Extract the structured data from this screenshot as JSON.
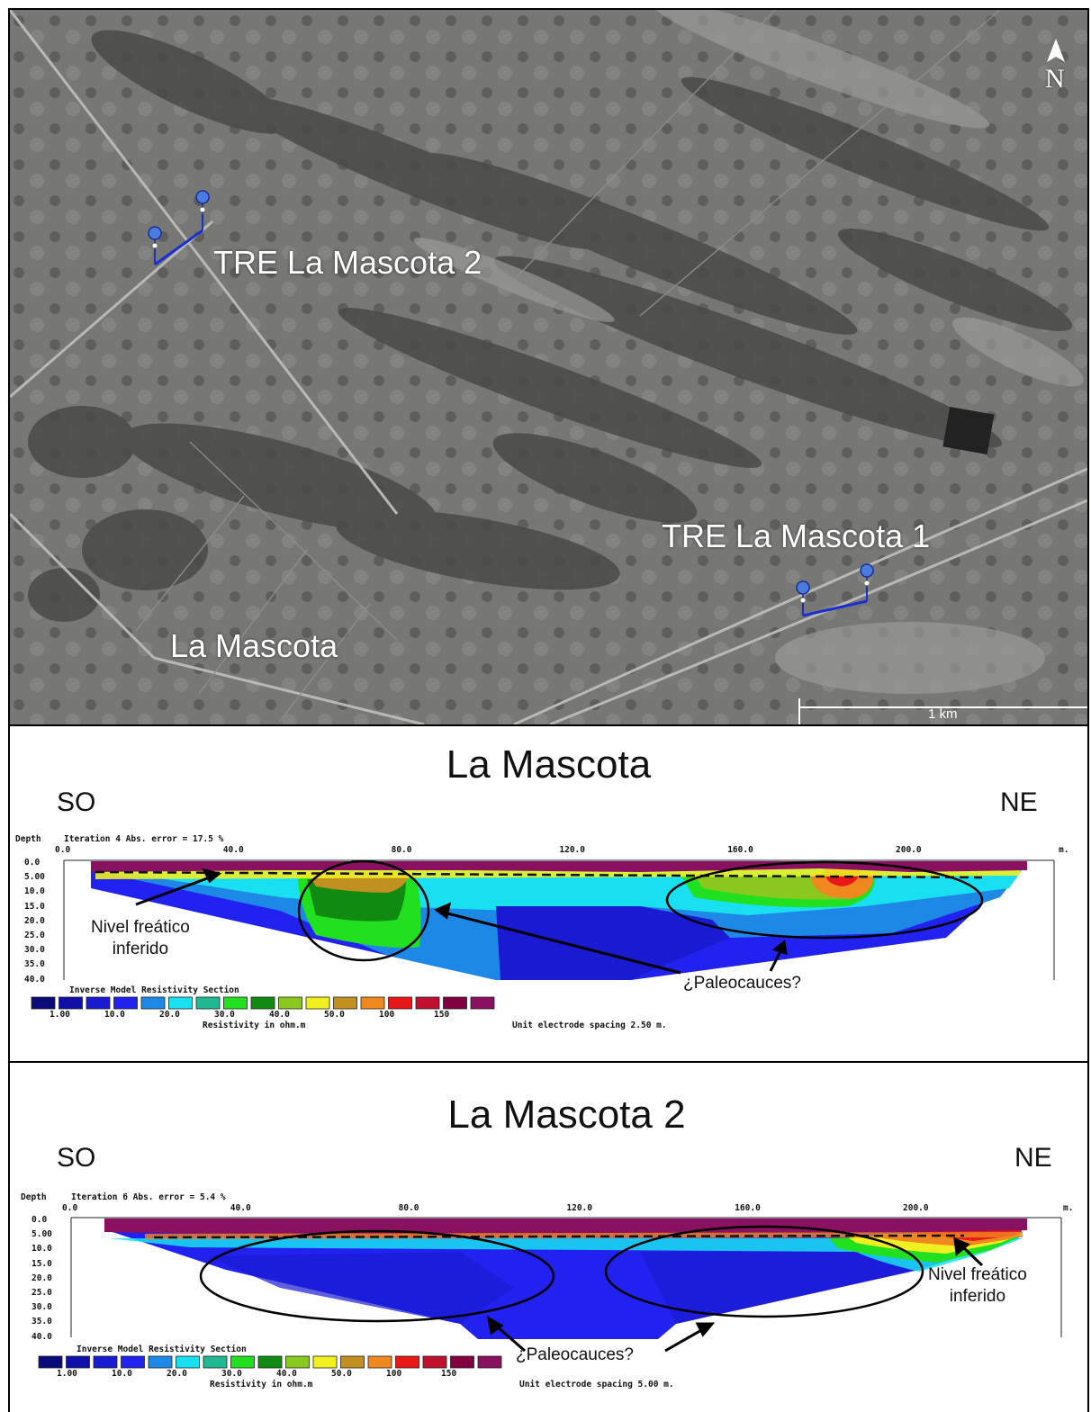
{
  "map": {
    "north_label": "N",
    "scale_label": "1 km",
    "labels": {
      "tre2": "TRE La Mascota 2",
      "tre1": "TRE La Mascota 1",
      "town": "La Mascota"
    },
    "profile_line_color": "#1a2fd0"
  },
  "sections": [
    {
      "title": "La Mascota",
      "left_dir": "SO",
      "right_dir": "NE",
      "depth_label": "Depth",
      "iteration_text": "Iteration 4 Abs. error = 17.5 %",
      "x_ticks": [
        "0.0",
        "40.0",
        "80.0",
        "120.0",
        "160.0",
        "200.0"
      ],
      "x_unit": "m.",
      "depth_ticks": [
        "0.0",
        "5.00",
        "10.0",
        "15.0",
        "20.0",
        "25.0",
        "30.0",
        "35.0",
        "40.0"
      ],
      "legend_title": "Inverse Model Resistivity Section",
      "legend_ticks": [
        "1.00",
        "10.0",
        "20.0",
        "30.0",
        "40.0",
        "50.0",
        "100",
        "150"
      ],
      "legend_units": "Resistivity in ohm.m",
      "spacing_text": "Unit electrode spacing 2.50 m.",
      "annot_water": "Nivel freático\ninferido",
      "annot_paleo": "¿Paleocauces?"
    },
    {
      "title": "La Mascota 2",
      "left_dir": "SO",
      "right_dir": "NE",
      "depth_label": "Depth",
      "iteration_text": "Iteration 6 Abs. error = 5.4 %",
      "x_ticks": [
        "0.0",
        "40.0",
        "80.0",
        "120.0",
        "160.0",
        "200.0"
      ],
      "x_unit": "m.",
      "depth_ticks": [
        "0.0",
        "5.00",
        "10.0",
        "15.0",
        "20.0",
        "25.0",
        "30.0",
        "35.0",
        "40.0"
      ],
      "legend_title": "Inverse Model Resistivity Section",
      "legend_ticks": [
        "1.00",
        "10.0",
        "20.0",
        "30.0",
        "40.0",
        "50.0",
        "100",
        "150"
      ],
      "legend_units": "Resistivity in ohm.m",
      "spacing_text": "Unit electrode spacing 5.00 m.",
      "annot_water": "Nivel freático\ninferido",
      "annot_paleo": "¿Paleocauces?"
    }
  ],
  "palette": [
    "#0a0a78",
    "#1010a8",
    "#1a1ad2",
    "#2222f0",
    "#1e88e6",
    "#18e0f0",
    "#20b890",
    "#20e020",
    "#108a10",
    "#8ac820",
    "#f0f020",
    "#c09020",
    "#f08820",
    "#e81818",
    "#c01030",
    "#800040",
    "#8a1060"
  ]
}
